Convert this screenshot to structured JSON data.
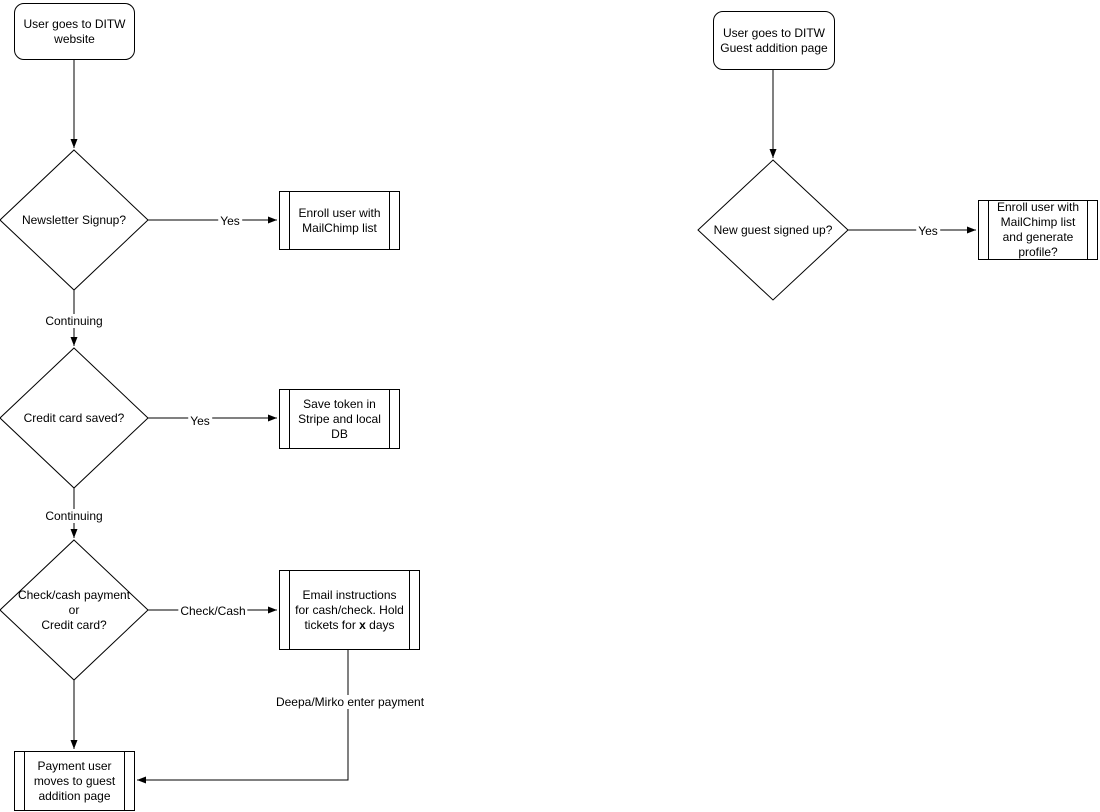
{
  "colors": {
    "stroke": "#000000",
    "background": "#ffffff",
    "shape_fill": "#ffffff"
  },
  "flow_left": {
    "start": "User goes to DITW\nwebsite",
    "decision1": "Newsletter Signup?",
    "process1": "Enroll user with\nMailChimp list",
    "label_yes1": "Yes",
    "label_continuing1": "Continuing",
    "decision2": "Credit card saved?",
    "process2": "Save token in\nStripe and local\nDB",
    "label_yes2": "Yes",
    "label_continuing2": "Continuing",
    "decision3": "Check/cash payment\nor\nCredit card?",
    "label_check_cash": "Check/Cash",
    "process3_seg1": "Email instructions\nfor cash/check. Hold\ntickets for ",
    "process3_bold": "x",
    "process3_seg2": " days",
    "label_deepa_mirko": "Deepa/Mirko enter payment",
    "process4": "Payment user\nmoves to guest\naddition page"
  },
  "flow_right": {
    "start": "User goes to DITW\nGuest addition page",
    "decision1": "New guest signed up?",
    "label_yes": "Yes",
    "process1": "Enroll user with\nMailChimp list\nand generate\nprofile?"
  }
}
